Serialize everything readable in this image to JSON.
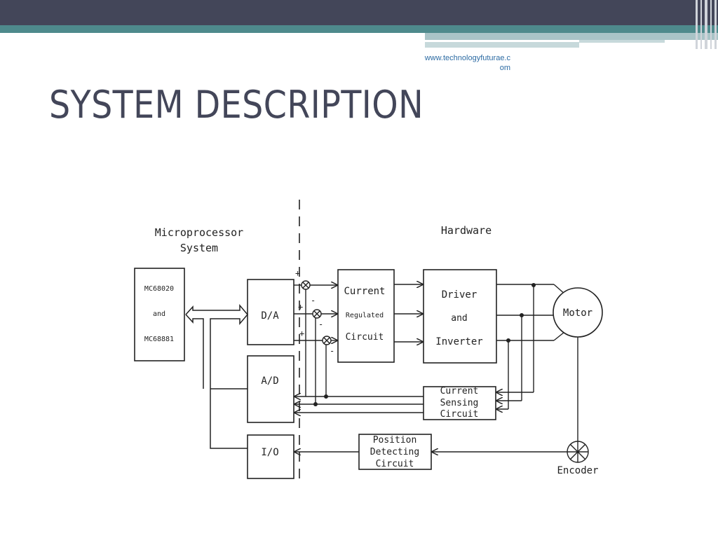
{
  "header": {
    "url_line1": "www.technologyfuturae.c",
    "url_line2": "om"
  },
  "slide": {
    "title": "SYSTEM DESCRIPTION"
  },
  "diagram": {
    "sections": {
      "left_line1": "Microprocessor",
      "left_line2": "System",
      "right": "Hardware"
    },
    "cpu": {
      "line1": "MC68020",
      "line2": "and",
      "line3": "MC68881"
    },
    "da": "D/A",
    "ad": "A/D",
    "io": "I/O",
    "current_regulated": {
      "line1": "Current",
      "line2": "Regulated",
      "line3": "Circuit"
    },
    "driver": {
      "line1": "Driver",
      "line2": "and",
      "line3": "Inverter"
    },
    "motor": "Motor",
    "current_sensing": {
      "line1": "Current",
      "line2": "Sensing",
      "line3": "Circuit"
    },
    "position": {
      "line1": "Position",
      "line2": "Detecting",
      "line3": "Circuit"
    },
    "encoder": "Encoder",
    "signs": {
      "plus": "+",
      "minus": "-"
    }
  }
}
